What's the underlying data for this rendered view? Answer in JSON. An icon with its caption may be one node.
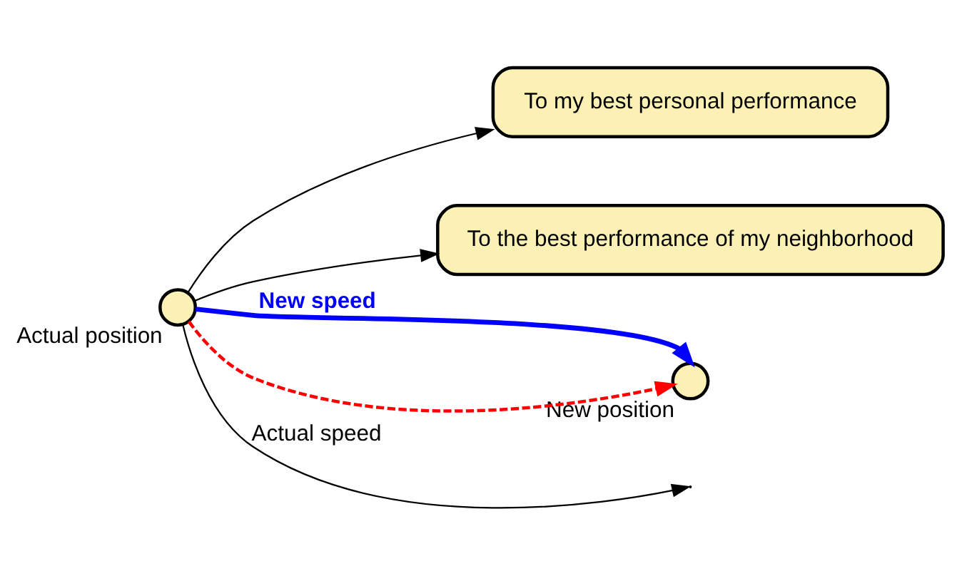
{
  "diagram": {
    "nodes": [
      {
        "text": [
          "To my best personal performance"
        ]
      },
      {
        "text": [],
        "shape": "circle",
        "beside": [
          "Actual position"
        ]
      },
      {
        "text": [
          "To the best performance of my neighborhood"
        ]
      },
      {
        "text": [],
        "shape": "circle",
        "beside": [
          "New position"
        ]
      }
    ],
    "edges": [
      {
        "from": 1,
        "to": 0,
        "arrow": "to"
      },
      {
        "from": 1,
        "to": 2,
        "arrow": "to"
      },
      {
        "from": 1,
        "to": null,
        "arrow": "to",
        "label": "Actual speed"
      },
      {
        "from": 1,
        "to": 3,
        "arrow": "to",
        "style": "dashed",
        "color": "#ff0000"
      },
      {
        "from": 1,
        "to": 3,
        "arrow": "to",
        "style": "thick",
        "color": "#0000ff",
        "label": "New speed"
      }
    ]
  }
}
